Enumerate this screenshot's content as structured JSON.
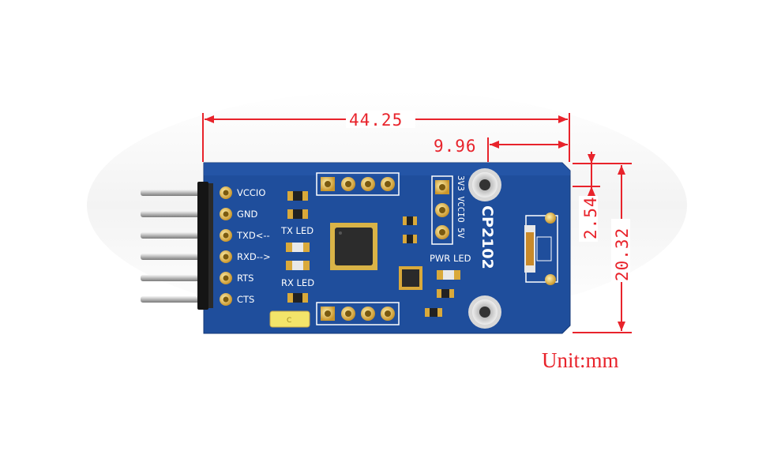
{
  "dimensions": {
    "board_length": "44.25",
    "mount_hole_offset": "9.96",
    "hole_inset": "2.54",
    "board_width": "20.32"
  },
  "unit_label": "Unit:mm",
  "chip_label": "CP2102",
  "pins": [
    "VCCIO",
    "GND",
    "TXD<--",
    "RXD-->",
    "RTS",
    "CTS"
  ],
  "led_labels": {
    "tx": "TX LED",
    "rx": "RX LED",
    "pwr": "PWR LED"
  },
  "jumper_label": "3V3 VCCIO 5V",
  "colors": {
    "pcb": "#1f4e9c",
    "dimension": "#e8232b",
    "pad": "#e0b040"
  }
}
